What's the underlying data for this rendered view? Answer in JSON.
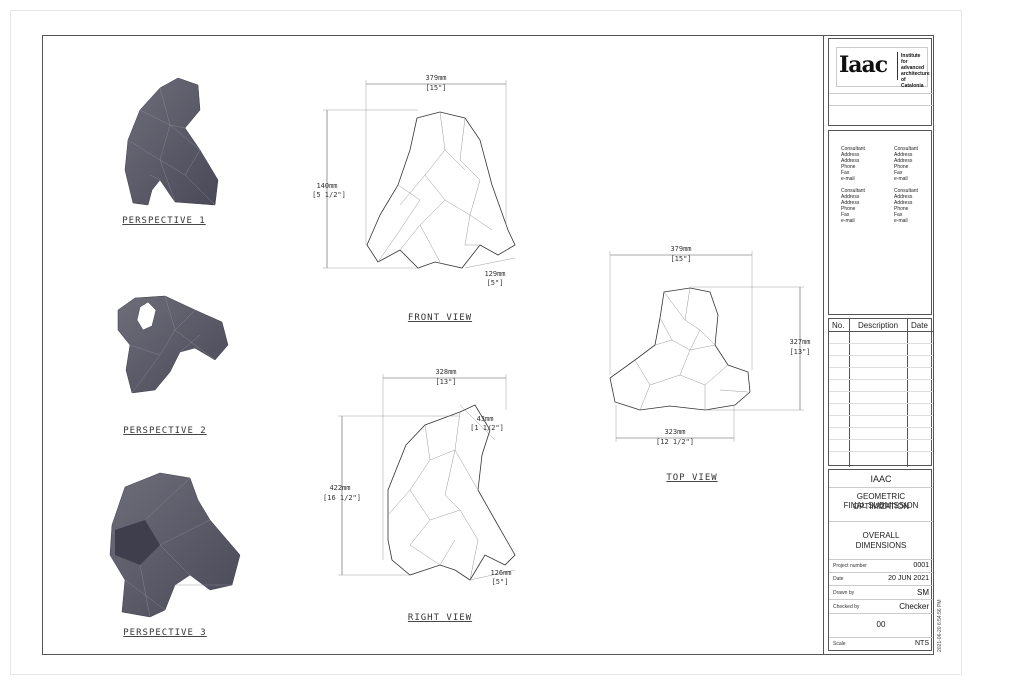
{
  "views": {
    "perspective_1": "PERSPECTIVE 1",
    "perspective_2": "PERSPECTIVE 2",
    "perspective_3": "PERSPECTIVE 3",
    "front": "FRONT VIEW",
    "right": "RIGHT VIEW",
    "top": "TOP VIEW"
  },
  "dimensions": {
    "front_width": "379mm",
    "front_width_in": "[15\"]",
    "front_height": "140mm",
    "front_height_in": "[5 1/2\"]",
    "front_base": "129mm",
    "front_base_in": "[5\"]",
    "right_width": "328mm",
    "right_width_in": "[13\"]",
    "right_height": "422mm",
    "right_height_in": "[16 1/2\"]",
    "right_top": "43mm",
    "right_top_in": "[1 1/2\"]",
    "right_base": "126mm",
    "right_base_in": "[5\"]",
    "top_width": "379mm",
    "top_width_in": "[15\"]",
    "top_height": "327mm",
    "top_height_in": "[13\"]",
    "top_base": "323mm",
    "top_base_in": "[12 1/2\"]"
  },
  "logo": {
    "mark": "Iaac",
    "text": "Institute for advanced architecture of Catalonia"
  },
  "consultants": [
    {
      "l1": "Consultant",
      "l2": "Address",
      "l3": "Address",
      "l4": "Phone",
      "l5": "Fax",
      "l6": "e-mail"
    },
    {
      "l1": "Consultant",
      "l2": "Address",
      "l3": "Address",
      "l4": "Phone",
      "l5": "Fax",
      "l6": "e-mail"
    },
    {
      "l1": "Consultant",
      "l2": "Address",
      "l3": "Address",
      "l4": "Phone",
      "l5": "Fax",
      "l6": "e-mail"
    },
    {
      "l1": "Consultant",
      "l2": "Address",
      "l3": "Address",
      "l4": "Phone",
      "l5": "Fax",
      "l6": "e-mail"
    }
  ],
  "revisions": {
    "col_no": "No.",
    "col_desc": "Description",
    "col_date": "Date"
  },
  "project": {
    "org": "IAAC",
    "title_1": "GEOMETRIC OPTIMIZATION",
    "title_2": "FINAL SUBMISSION",
    "sheet_1": "OVERALL",
    "sheet_2": "DIMENSIONS",
    "number_label": "Project number",
    "number": "0001",
    "date_label": "Date",
    "date": "20 JUN 2021",
    "drawn_label": "Drawn by",
    "drawn": "SM",
    "checked_label": "Checked by",
    "checked": "Checker",
    "sheet_no": "00",
    "scale_label": "Scale",
    "scale": "NTS"
  },
  "timestamp": "2021-06-20 6:54:56 PM",
  "colors": {
    "solid": "#5d5c69",
    "solid_dark": "#3f3e4c",
    "line": "#555555"
  }
}
